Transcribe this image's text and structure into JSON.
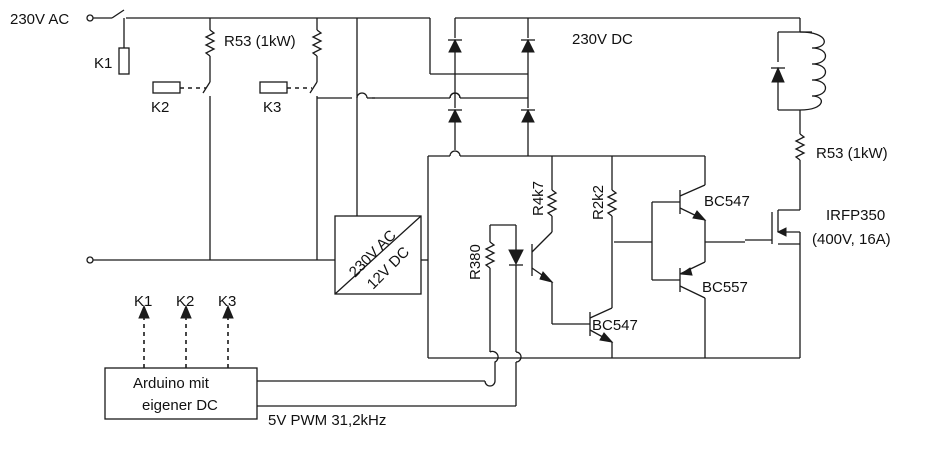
{
  "labels": {
    "ac_in": "230V AC",
    "k1": "K1",
    "k2": "K2",
    "k3": "K3",
    "r53_left": "R53 (1kW)",
    "dc_bus": "230V DC",
    "r53_right": "R53 (1kW)",
    "mosfet_name": "IRFP350",
    "mosfet_rating": "(400V, 16A)",
    "bc547_top": "BC547",
    "bc557": "BC557",
    "bc547_bottom": "BC547",
    "r4k7": "R4k7",
    "r2k2": "R2k2",
    "r380": "R380",
    "psu_line1": "230V AC",
    "psu_line2": "12V DC",
    "arduino_line1": "Arduino mit",
    "arduino_line2": "eigener DC",
    "pwm": "5V PWM 31,2kHz",
    "out_k1": "K1",
    "out_k2": "K2",
    "out_k3": "K3"
  }
}
